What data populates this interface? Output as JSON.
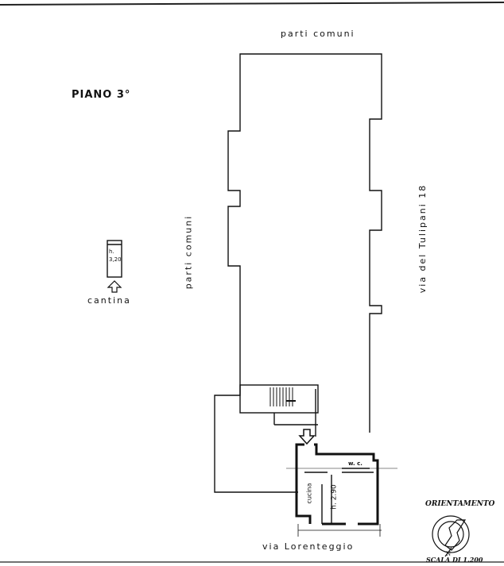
{
  "floor_label": "PIANO  3°",
  "labels": {
    "top": "parti comuni",
    "left": "parti comuni",
    "right": "via del Tulipani 18",
    "bottom": "via Lorenteggio",
    "cellar": "cantina",
    "cellar_height": "h.\n3,20",
    "kitchen": "cucina",
    "room_height": "h. 2.90",
    "wc": "w. c."
  },
  "orientation": {
    "title": "ORIENTAMENTO",
    "north": "N",
    "scale": "SCALA DI 1.200"
  }
}
